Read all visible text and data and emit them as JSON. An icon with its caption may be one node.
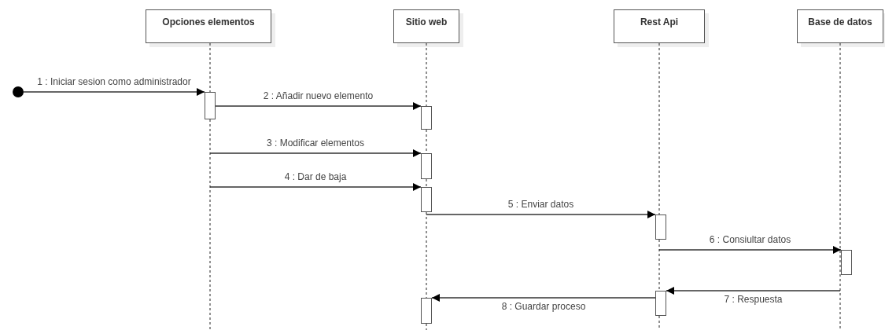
{
  "diagram": {
    "nodes": [
      {
        "text": [
          "Opciones elementos"
        ]
      },
      {
        "text": [
          "Sitio web"
        ]
      },
      {
        "text": [
          "Rest Api"
        ]
      },
      {
        "text": [
          "Base de datos"
        ]
      },
      {
        "text": [],
        "shape": "line"
      },
      {
        "text": [],
        "shape": "line"
      },
      {
        "text": [],
        "shape": "line"
      },
      {
        "text": [],
        "shape": "line"
      },
      {
        "text": [],
        "shape": "circle"
      },
      {
        "text": [],
        "shape": "bar"
      },
      {
        "text": [],
        "shape": "bar"
      },
      {
        "text": [],
        "shape": "bar"
      },
      {
        "text": [],
        "shape": "bar"
      },
      {
        "text": [],
        "shape": "bar"
      },
      {
        "text": [],
        "shape": "bar"
      },
      {
        "text": [],
        "shape": "bar"
      },
      {
        "text": [],
        "shape": "bar"
      }
    ],
    "edges": [
      {
        "from": 8,
        "to": 9,
        "arrow": "to",
        "label": "1 : Iniciar sesion como administrador"
      },
      {
        "from": 9,
        "to": 10,
        "arrow": "to",
        "label": "2 : Añadir nuevo elemento"
      },
      {
        "from": 4,
        "to": 11,
        "arrow": "to",
        "label": "3 : Modificar elementos"
      },
      {
        "from": 4,
        "to": 12,
        "arrow": "to",
        "label": "4 : Dar de baja"
      },
      {
        "from": 5,
        "to": 13,
        "arrow": "to",
        "label": "5 : Enviar datos"
      },
      {
        "from": 6,
        "to": 14,
        "arrow": "to",
        "label": "6 : Consiultar datos"
      },
      {
        "from": 7,
        "to": 15,
        "arrow": "to",
        "label": "7 : Respuesta"
      },
      {
        "from": 15,
        "to": 16,
        "arrow": "to",
        "label": "8 : Guardar proceso"
      }
    ]
  }
}
